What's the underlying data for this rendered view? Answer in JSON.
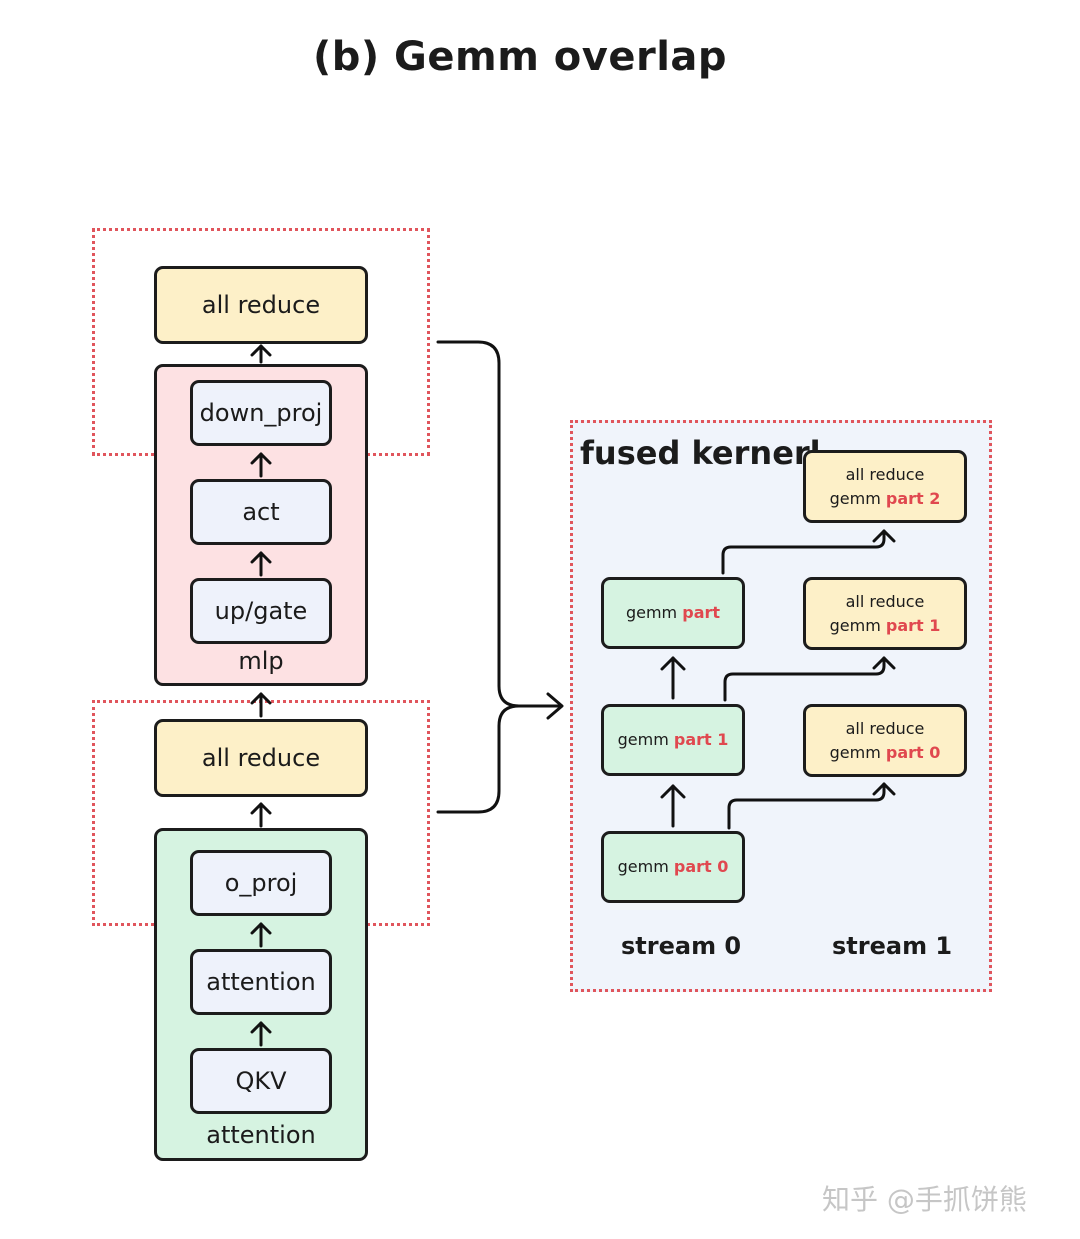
{
  "title": "(b) Gemm overlap",
  "mlp": {
    "all_reduce": "all reduce",
    "down_proj": "down_proj",
    "act": "act",
    "up_gate": "up/gate",
    "label": "mlp"
  },
  "attention": {
    "all_reduce": "all reduce",
    "o_proj": "o_proj",
    "attention": "attention",
    "qkv": "QKV",
    "label": "attention"
  },
  "fused": {
    "title": "fused kernerl",
    "stream0": {
      "label": "stream 0",
      "boxes": [
        {
          "prefix": "gemm ",
          "highlight": "part"
        },
        {
          "prefix": "gemm ",
          "highlight": "part 1"
        },
        {
          "prefix": "gemm ",
          "highlight": "part 0"
        }
      ]
    },
    "stream1": {
      "label": "stream 1",
      "boxes": [
        {
          "line1": "all reduce",
          "prefix": "gemm ",
          "highlight": "part 2"
        },
        {
          "line1": "all reduce",
          "prefix": "gemm ",
          "highlight": "part 1"
        },
        {
          "line1": "all reduce",
          "prefix": "gemm ",
          "highlight": "part 0"
        }
      ]
    }
  },
  "watermark": "知乎 @手抓饼熊",
  "colors": {
    "accent_red": "#e0484f",
    "yellow": "#fdf0c8",
    "blue": "#eef2fb",
    "green": "#d6f3e1",
    "pink": "#fde1e3"
  }
}
